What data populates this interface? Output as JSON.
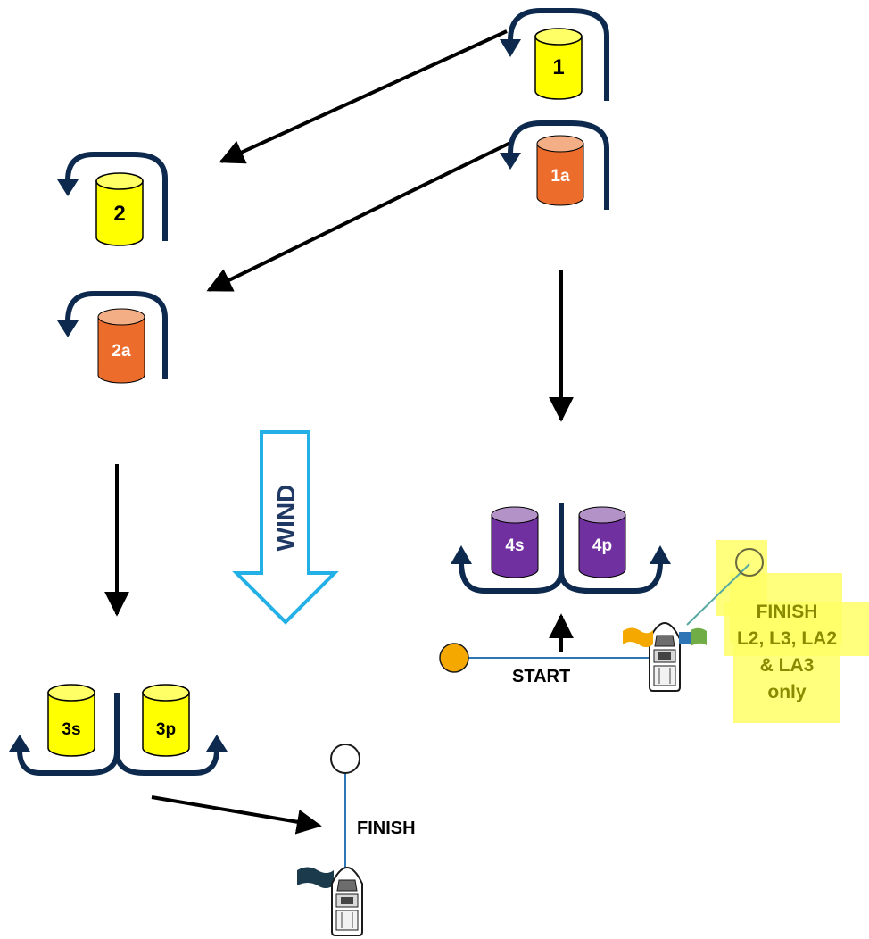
{
  "colors": {
    "yellow_top": "#ffff66",
    "yellow_body": "#ffff00",
    "orange_top": "#f4ae86",
    "orange_body": "#ec6c2c",
    "purple_top": "#b392c8",
    "purple_body": "#7030a0",
    "arrow_navy": "#0d2a4e",
    "wind_outline": "#22b0e6",
    "wind_text": "#1f3864",
    "start_line": "#2e75b6",
    "start_pin": "#f5a800",
    "highlight": "#ffff66",
    "highlight_text": "#8a8a00"
  },
  "marks": {
    "m1": {
      "label": "1",
      "color": "yellow"
    },
    "m1a": {
      "label": "1a",
      "color": "orange"
    },
    "m2": {
      "label": "2",
      "color": "yellow"
    },
    "m2a": {
      "label": "2a",
      "color": "orange"
    },
    "m3s": {
      "label": "3s",
      "color": "yellow"
    },
    "m3p": {
      "label": "3p",
      "color": "yellow"
    },
    "m4s": {
      "label": "4s",
      "color": "purple"
    },
    "m4p": {
      "label": "4p",
      "color": "purple"
    }
  },
  "wind": {
    "label": "WIND"
  },
  "start": {
    "label": "START"
  },
  "finish_bottom": {
    "label": "FINISH"
  },
  "finish_right": {
    "lines": [
      "FINISH",
      "L2, L3, LA2",
      "& LA3",
      "only"
    ]
  },
  "icons": [
    "boat-icon",
    "flag-icon"
  ]
}
